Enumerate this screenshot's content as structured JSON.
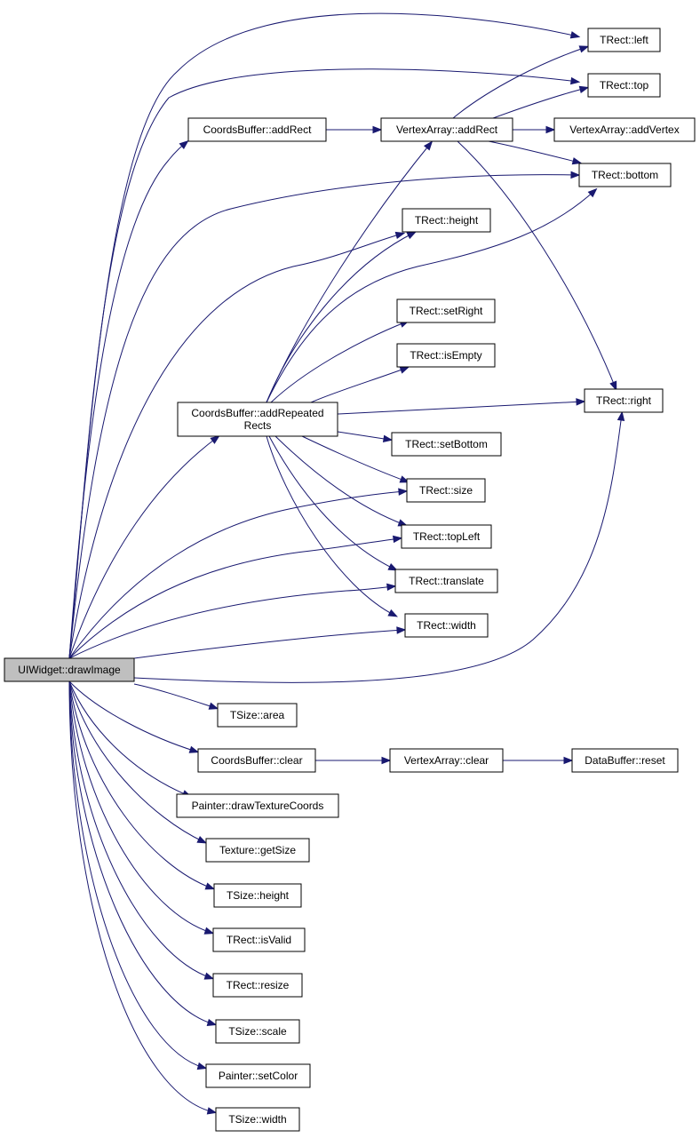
{
  "graph": {
    "root": "UIWidget::drawImage",
    "colors": {
      "edge": "#191970",
      "node_border": "#000000",
      "node_fill": "#ffffff",
      "root_fill": "#bfbfbf",
      "background": "#ffffff"
    },
    "nodes": [
      {
        "id": "drawImage",
        "lines": [
          "UIWidget::drawImage"
        ]
      },
      {
        "id": "cb_addRect",
        "lines": [
          "CoordsBuffer::addRect"
        ]
      },
      {
        "id": "va_addRect",
        "lines": [
          "VertexArray::addRect"
        ]
      },
      {
        "id": "va_addVertex",
        "lines": [
          "VertexArray::addVertex"
        ]
      },
      {
        "id": "tr_left",
        "lines": [
          "TRect::left"
        ]
      },
      {
        "id": "tr_top",
        "lines": [
          "TRect::top"
        ]
      },
      {
        "id": "tr_bottom",
        "lines": [
          "TRect::bottom"
        ]
      },
      {
        "id": "tr_height",
        "lines": [
          "TRect::height"
        ]
      },
      {
        "id": "tr_setRight",
        "lines": [
          "TRect::setRight"
        ]
      },
      {
        "id": "tr_isEmpty",
        "lines": [
          "TRect::isEmpty"
        ]
      },
      {
        "id": "cb_addRepeated",
        "lines": [
          "CoordsBuffer::addRepeated",
          "Rects"
        ]
      },
      {
        "id": "tr_right",
        "lines": [
          "TRect::right"
        ]
      },
      {
        "id": "tr_setBottom",
        "lines": [
          "TRect::setBottom"
        ]
      },
      {
        "id": "tr_size",
        "lines": [
          "TRect::size"
        ]
      },
      {
        "id": "tr_topLeft",
        "lines": [
          "TRect::topLeft"
        ]
      },
      {
        "id": "tr_translate",
        "lines": [
          "TRect::translate"
        ]
      },
      {
        "id": "tr_width",
        "lines": [
          "TRect::width"
        ]
      },
      {
        "id": "ts_area",
        "lines": [
          "TSize::area"
        ]
      },
      {
        "id": "cb_clear",
        "lines": [
          "CoordsBuffer::clear"
        ]
      },
      {
        "id": "va_clear",
        "lines": [
          "VertexArray::clear"
        ]
      },
      {
        "id": "db_reset",
        "lines": [
          "DataBuffer::reset"
        ]
      },
      {
        "id": "p_drawTex",
        "lines": [
          "Painter::drawTextureCoords"
        ]
      },
      {
        "id": "tex_getSize",
        "lines": [
          "Texture::getSize"
        ]
      },
      {
        "id": "ts_height",
        "lines": [
          "TSize::height"
        ]
      },
      {
        "id": "tr_isValid",
        "lines": [
          "TRect::isValid"
        ]
      },
      {
        "id": "tr_resize",
        "lines": [
          "TRect::resize"
        ]
      },
      {
        "id": "ts_scale",
        "lines": [
          "TSize::scale"
        ]
      },
      {
        "id": "p_setColor",
        "lines": [
          "Painter::setColor"
        ]
      },
      {
        "id": "ts_width",
        "lines": [
          "TSize::width"
        ]
      }
    ],
    "edges": [
      [
        "drawImage",
        "tr_left"
      ],
      [
        "drawImage",
        "tr_top"
      ],
      [
        "drawImage",
        "cb_addRect"
      ],
      [
        "drawImage",
        "tr_bottom"
      ],
      [
        "drawImage",
        "tr_height"
      ],
      [
        "drawImage",
        "cb_addRepeated"
      ],
      [
        "drawImage",
        "tr_size"
      ],
      [
        "drawImage",
        "tr_topLeft"
      ],
      [
        "drawImage",
        "tr_translate"
      ],
      [
        "drawImage",
        "tr_width"
      ],
      [
        "drawImage",
        "tr_right"
      ],
      [
        "drawImage",
        "ts_area"
      ],
      [
        "drawImage",
        "cb_clear"
      ],
      [
        "drawImage",
        "p_drawTex"
      ],
      [
        "drawImage",
        "tex_getSize"
      ],
      [
        "drawImage",
        "ts_height"
      ],
      [
        "drawImage",
        "tr_isValid"
      ],
      [
        "drawImage",
        "tr_resize"
      ],
      [
        "drawImage",
        "ts_scale"
      ],
      [
        "drawImage",
        "p_setColor"
      ],
      [
        "drawImage",
        "ts_width"
      ],
      [
        "cb_addRect",
        "va_addRect"
      ],
      [
        "va_addRect",
        "tr_left"
      ],
      [
        "va_addRect",
        "tr_top"
      ],
      [
        "va_addRect",
        "va_addVertex"
      ],
      [
        "va_addRect",
        "tr_bottom"
      ],
      [
        "va_addRect",
        "tr_right"
      ],
      [
        "cb_addRepeated",
        "va_addRect"
      ],
      [
        "cb_addRepeated",
        "tr_height"
      ],
      [
        "cb_addRepeated",
        "tr_bottom"
      ],
      [
        "cb_addRepeated",
        "tr_setRight"
      ],
      [
        "cb_addRepeated",
        "tr_isEmpty"
      ],
      [
        "cb_addRepeated",
        "tr_right"
      ],
      [
        "cb_addRepeated",
        "tr_setBottom"
      ],
      [
        "cb_addRepeated",
        "tr_size"
      ],
      [
        "cb_addRepeated",
        "tr_topLeft"
      ],
      [
        "cb_addRepeated",
        "tr_translate"
      ],
      [
        "cb_addRepeated",
        "tr_width"
      ],
      [
        "cb_clear",
        "va_clear"
      ],
      [
        "va_clear",
        "db_reset"
      ]
    ]
  }
}
